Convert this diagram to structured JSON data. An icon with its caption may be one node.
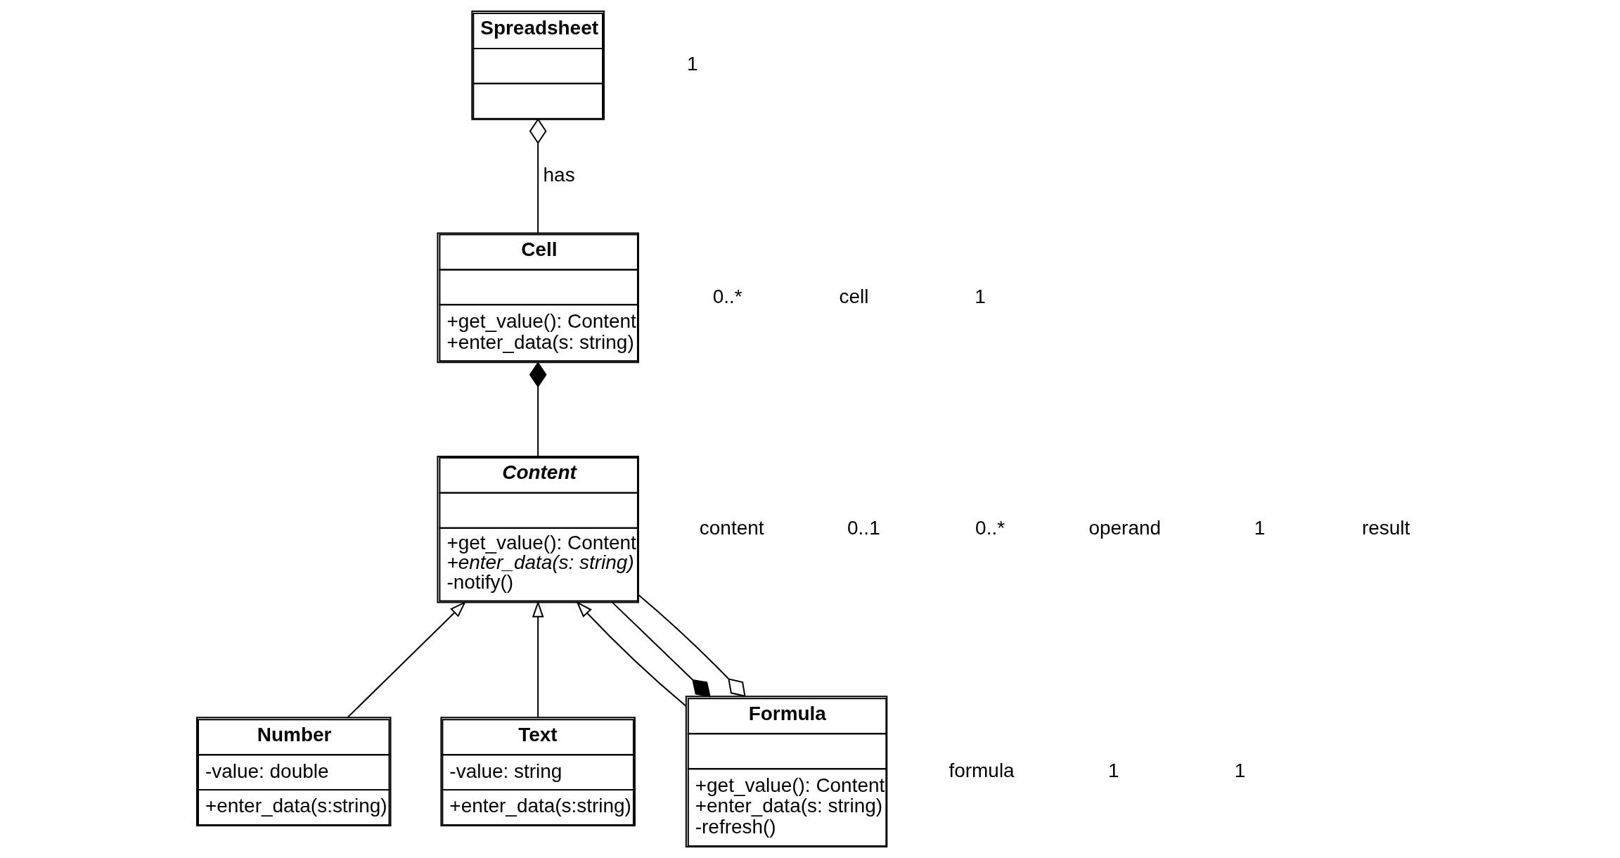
{
  "diagram": {
    "nodes": [
      {
        "text": [
          "Spreadsheet"
        ]
      },
      {
        "text": [
          "Cell",
          "+get_value(): Content",
          "+enter_data(s: string)"
        ]
      },
      {
        "text": [
          "Content",
          "+get_value(): Content",
          "+enter_data(s: string)",
          "-notify()"
        ]
      },
      {
        "text": [
          "Number",
          "-value: double",
          "+enter_data(s:string)"
        ]
      },
      {
        "text": [
          "Text",
          "-value: string",
          "+enter_data(s:string)"
        ]
      },
      {
        "text": [
          "Formula",
          "+get_value(): Content",
          "+enter_data(s: string)",
          "-refresh()"
        ]
      }
    ],
    "edges": [
      {
        "from": 0,
        "to": 1,
        "arrow": "other",
        "label": "has"
      },
      {
        "from": 1,
        "to": 2,
        "arrow": "other"
      },
      {
        "from": 3,
        "to": 2,
        "arrow": "to"
      },
      {
        "from": 4,
        "to": 2,
        "arrow": "to"
      },
      {
        "from": 5,
        "to": 2,
        "arrow": "to"
      },
      {
        "from": 5,
        "to": 2,
        "arrow": "other"
      },
      {
        "from": 5,
        "to": 2,
        "arrow": "other"
      }
    ],
    "labels": [
      "1",
      "0..*",
      "cell",
      "1",
      "content",
      "0..1",
      "0..*",
      "operand",
      "1",
      "result",
      "formula",
      "1",
      "1"
    ]
  }
}
